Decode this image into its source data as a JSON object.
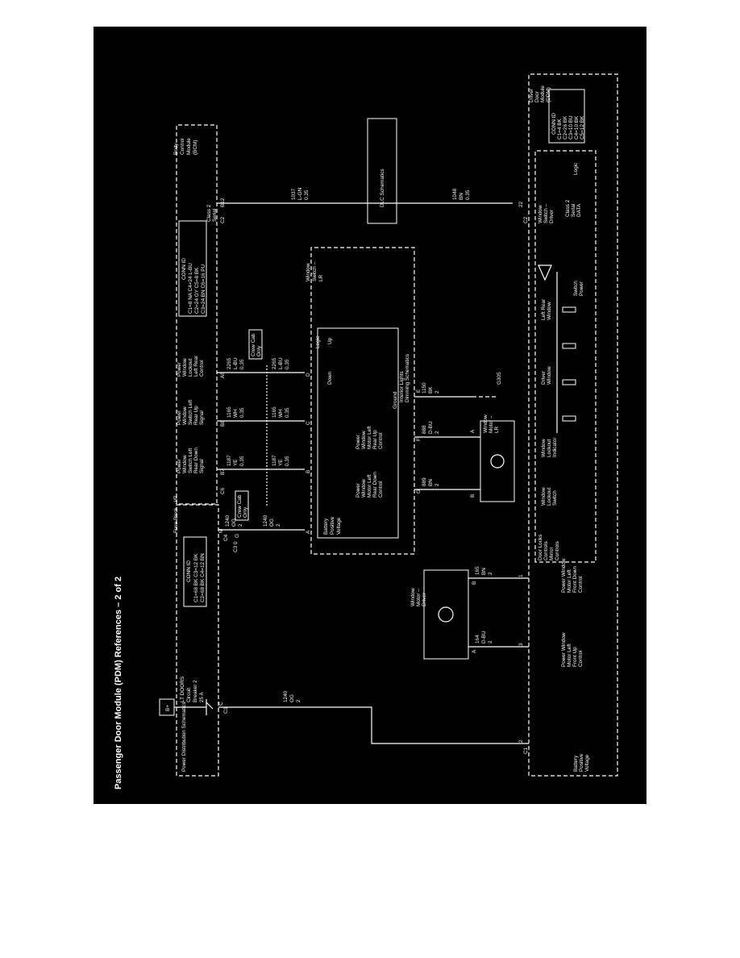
{
  "title": "Passenger Door Module (PDM) References – 2 of 2",
  "colors": {
    "background": "#000000",
    "lines": "#ffffff",
    "page": "#ffffff"
  },
  "modules": {
    "fuse_block_header": "Fuse Block – I/P",
    "power_distribution": "Power Distribution Schematics",
    "b_plus": "B+",
    "breaker": [
      "LT DOORS",
      "Circuit",
      "Breaker 2",
      "25 A"
    ],
    "bcm": [
      "Body",
      "Control",
      "Module",
      "(BCM)"
    ],
    "ddm": [
      "Driver",
      "Door",
      "Module",
      "(DDM)"
    ],
    "window_switch_lr": [
      "Window",
      "Switch –",
      "LR"
    ],
    "window_switch_driver": [
      "Window",
      "Switch –",
      "Driver"
    ],
    "window_motor_driver": [
      "Window",
      "Motor –",
      "Driver"
    ],
    "window_motor_lr": [
      "Window",
      "Motor –",
      "LR"
    ],
    "dlc": "DLC Schematics",
    "interior_lights": [
      "Interior Lights",
      "Dimming Schematics"
    ],
    "ground": "G305"
  },
  "conn_ids": {
    "fuse": {
      "title": "CONN ID",
      "lines": [
        "C1=68 BK   C3=12 BK",
        "C2=68 BK   C4=12 BN"
      ]
    },
    "bcm": {
      "title": "CONN ID",
      "lines": [
        "C1=8 NA     C4=24 L-BU",
        "C2=24 GY   C5=8 BK",
        "C3=24 BN   C6=16 PU"
      ]
    },
    "ddm": {
      "title": "CONN ID",
      "lines": [
        "C1=4 BK",
        "C2=26 BK",
        "C3=10 BU",
        "C4=10 BK",
        "C5=12 BK"
      ]
    }
  },
  "labels": {
    "crew_cab_1": [
      "Crew Cab",
      "Only"
    ],
    "crew_cab_2": [
      "Crew Cab",
      "Only"
    ],
    "logic": "Logic",
    "battery_positive": [
      "Battery",
      "Positive",
      "Voltage"
    ],
    "up": "Up",
    "down": "Down",
    "ground_word": "Ground",
    "pwr_lr_down_ctrl": [
      "Power",
      "Window",
      "Motor Left",
      "Rear Down",
      "Control"
    ],
    "pwr_lr_up_ctrl": [
      "Power",
      "Window",
      "Motor Left",
      "Rear Up",
      "Control"
    ],
    "bcm_inputs": [
      [
        "Power",
        "Window",
        "Switch Left",
        "Rear Down",
        "Signal"
      ],
      [
        "Power",
        "Window",
        "Switch Left",
        "Rear Up",
        "Signal"
      ],
      [
        "Power",
        "Window",
        "Lockout",
        "Left Rear",
        "Control"
      ]
    ],
    "class2_bcm": [
      "Class 2",
      "Serial",
      "Data"
    ],
    "class2_ddm": [
      "Class 2",
      "Serial",
      "DATA"
    ],
    "door_locks": [
      "Door Locks",
      "Controls",
      "Mirror",
      "Controls"
    ],
    "pwr_lf_down": [
      "Power Window",
      "Motor Left",
      "Front Down",
      "Control"
    ],
    "pwr_lf_up": [
      "Power Window",
      "Motor Left",
      "Front Up",
      "Control"
    ],
    "battery_positive_ddm": [
      "Battery",
      "Positive",
      "Voltage"
    ],
    "window_lockout": [
      "Window",
      "Lockout",
      "Switch"
    ],
    "window_lockout_ind": [
      "Window",
      "Lockout",
      "Indicator"
    ],
    "driver_window": [
      "Driver",
      "Window"
    ],
    "left_rear_window": [
      "Left Rear",
      "Window"
    ],
    "switch_power": [
      "Switch",
      "Power"
    ]
  },
  "wires": [
    {
      "circuit": "1240",
      "color": "OG",
      "gauge": "2"
    },
    {
      "circuit": "1240",
      "color": "OG",
      "gauge": "2"
    },
    {
      "circuit": "1240",
      "color": "OG",
      "gauge": "2"
    },
    {
      "circuit": "1187",
      "color": "YE",
      "gauge": "0.35"
    },
    {
      "circuit": "1187",
      "color": "YE",
      "gauge": "0.35"
    },
    {
      "circuit": "1165",
      "color": "WH",
      "gauge": "0.35"
    },
    {
      "circuit": "1165",
      "color": "WH",
      "gauge": "0.35"
    },
    {
      "circuit": "2265",
      "color": "L-BU",
      "gauge": "0.35"
    },
    {
      "circuit": "2265",
      "color": "L-BU",
      "gauge": "0.35"
    },
    {
      "circuit": "1037",
      "color": "L-GN",
      "gauge": "0.35"
    },
    {
      "circuit": "1048",
      "color": "BN",
      "gauge": "0.35"
    },
    {
      "circuit": "889",
      "color": "BN",
      "gauge": "2"
    },
    {
      "circuit": "888",
      "color": "D-BU",
      "gauge": "2"
    },
    {
      "circuit": "1150",
      "color": "BK",
      "gauge": "2"
    },
    {
      "circuit": "165",
      "color": "BN",
      "gauge": "2"
    },
    {
      "circuit": "164",
      "color": "D-BU",
      "gauge": "2"
    }
  ],
  "pins": {
    "fuse": [
      "C3",
      "C",
      "C4",
      "M",
      "C3 0",
      "G"
    ],
    "bcm": [
      "C6",
      "B7",
      "B8",
      "A5",
      "C2",
      "B12",
      "B",
      "A",
      "C"
    ],
    "ws_lr": [
      "A",
      "B",
      "C",
      "D",
      "E",
      "F",
      "G"
    ],
    "motor_lr": [
      "A",
      "B"
    ],
    "motor_drv": [
      "A",
      "B"
    ],
    "ddm": [
      "C1",
      "2",
      "3",
      "1",
      "C2",
      "22"
    ]
  }
}
